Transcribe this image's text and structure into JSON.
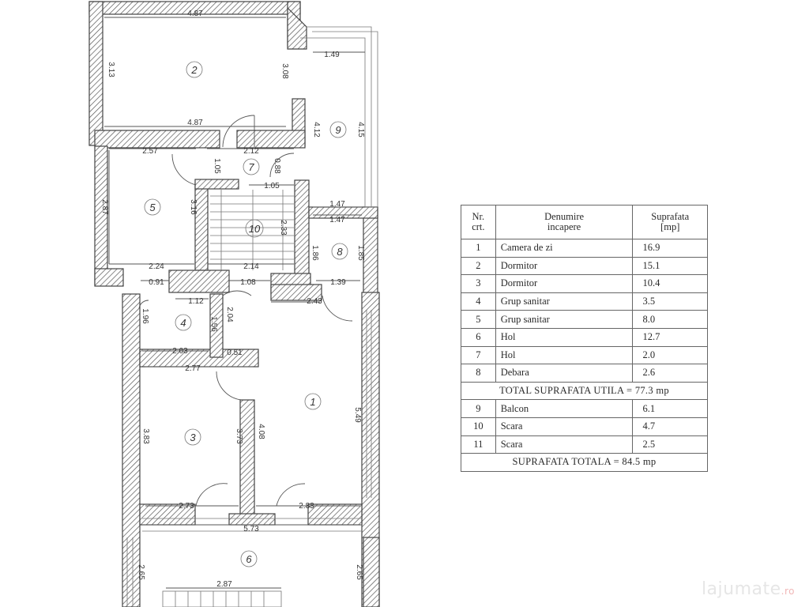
{
  "plan": {
    "rooms": [
      "2",
      "9",
      "7",
      "5",
      "10",
      "8",
      "4",
      "1",
      "3",
      "6"
    ],
    "dimensions": [
      "4.87",
      "3.13",
      "3.08",
      "4.87",
      "1.49",
      "4.12",
      "4.15",
      "2.57",
      "2.12",
      "1.05",
      "0.88",
      "1.05",
      "2.87",
      "3.16",
      "2.33",
      "1.47",
      "1.47",
      "1.86",
      "1.85",
      "2.24",
      "2.14",
      "0.91",
      "1.08",
      "1.39",
      "1.12",
      "2.43",
      "1.96",
      "1.56",
      "2.04",
      "2.03",
      "0.51",
      "2.77",
      "5.49",
      "3.83",
      "3.73",
      "4.08",
      "2.73",
      "2.83",
      "5.73",
      "2.65",
      "2.87",
      "2.65"
    ]
  },
  "legend": {
    "header": {
      "nr": "Nr.\ncrt.",
      "name": "Denumire\nincapere",
      "area": "Suprafata\n[mp]"
    },
    "rows": [
      {
        "nr": "1",
        "name": "Camera de zi",
        "area": "16.9"
      },
      {
        "nr": "2",
        "name": "Dormitor",
        "area": "15.1"
      },
      {
        "nr": "3",
        "name": "Dormitor",
        "area": "10.4"
      },
      {
        "nr": "4",
        "name": "Grup sanitar",
        "area": "3.5"
      },
      {
        "nr": "5",
        "name": "Grup sanitar",
        "area": "8.0"
      },
      {
        "nr": "6",
        "name": "Hol",
        "area": "12.7"
      },
      {
        "nr": "7",
        "name": "Hol",
        "area": "2.0"
      },
      {
        "nr": "8",
        "name": "Debara",
        "area": "2.6"
      }
    ],
    "total_util": "TOTAL SUPRAFATA UTILA = 77.3 mp",
    "rows2": [
      {
        "nr": "9",
        "name": "Balcon",
        "area": "6.1"
      },
      {
        "nr": "10",
        "name": "Scara",
        "area": "4.7"
      },
      {
        "nr": "11",
        "name": "Scara",
        "area": "2.5"
      }
    ],
    "total": "SUPRAFATA TOTALA = 84.5 mp"
  },
  "watermark": {
    "text": "lajumate",
    "suffix": ".ro"
  }
}
